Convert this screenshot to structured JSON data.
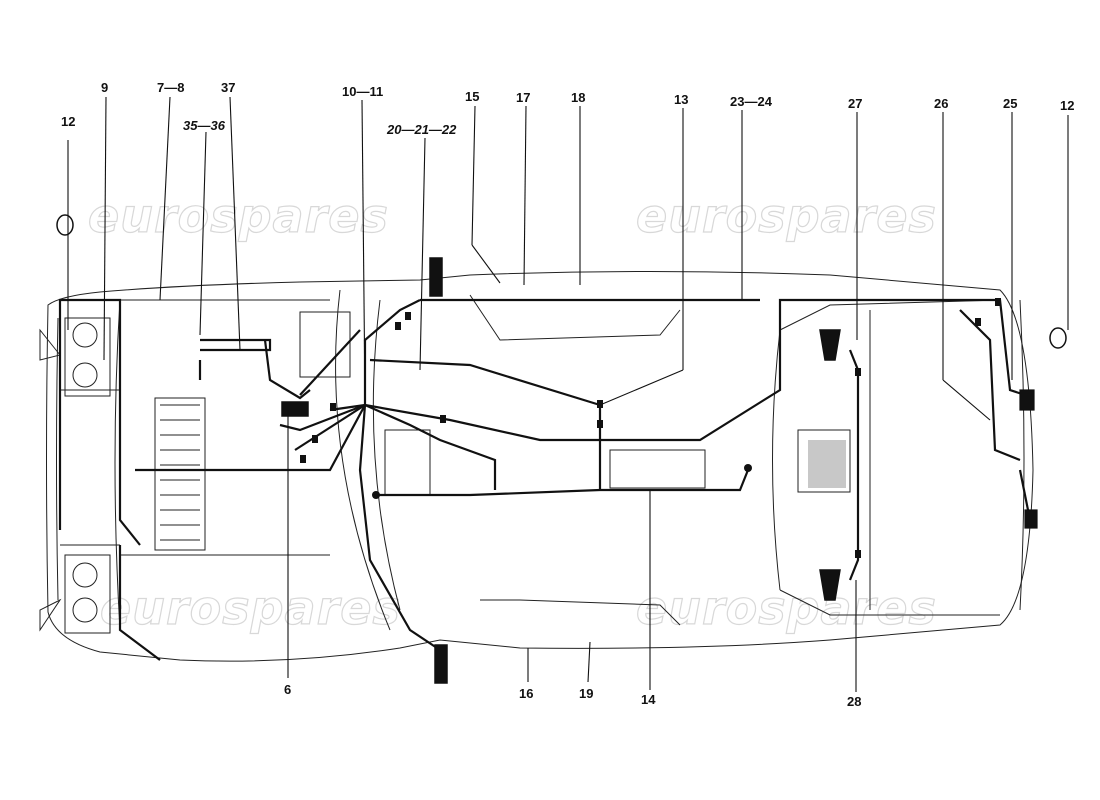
{
  "watermark": "eurospares",
  "callouts": {
    "c12_left": "12",
    "c9": "9",
    "c7_8": "7—8",
    "c37": "37",
    "c35_36": "35—36",
    "c10_11": "10—11",
    "c20_21_22": "20—21—22",
    "c15": "15",
    "c17": "17",
    "c18": "18",
    "c13": "13",
    "c23_24": "23—24",
    "c27": "27",
    "c26": "26",
    "c25": "25",
    "c12_right": "12",
    "c6": "6",
    "c16": "16",
    "c19": "19",
    "c14": "14",
    "c28": "28"
  }
}
